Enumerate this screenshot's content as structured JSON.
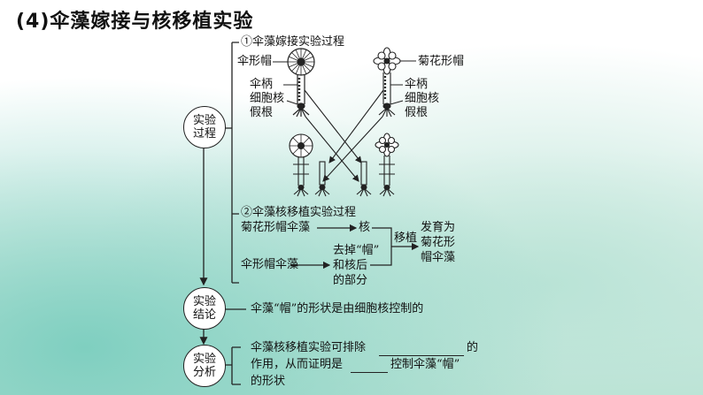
{
  "title": "(4)伞藻嫁接与核移植实验",
  "stages": {
    "process": [
      "实验",
      "过程"
    ],
    "conclusion": [
      "实验",
      "结论"
    ],
    "analysis": [
      "实验",
      "分析"
    ]
  },
  "graft": {
    "heading": "①伞藻嫁接实验过程",
    "left_cap": "伞形帽",
    "left_stalk": "伞柄",
    "left_nucleus": "细胞核",
    "left_rhizoid": "假根",
    "right_cap": "菊花形帽",
    "right_stalk": "伞柄",
    "right_nucleus": "细胞核",
    "right_rhizoid": "假根"
  },
  "transplant": {
    "heading": "②伞藻核移植实验过程",
    "donor": "菊花形帽伞藻",
    "nucleus": "核",
    "recipient": "伞形帽伞藻",
    "treatment_line1": "去掉“帽”",
    "treatment_line2": "和核后",
    "treatment_line3": "的部分",
    "arrow_label": "移植",
    "result_line1": "发育为",
    "result_line2": "菊花形",
    "result_line3": "帽伞藻"
  },
  "conclusion_text": "伞藻“帽”的形状是由细胞核控制的",
  "analysis": {
    "line1_before": "伞藻核移植实验可排除",
    "line1_after": "的",
    "line2_before": "作用，从而证明是",
    "line2_after": "控制伞藻“帽”",
    "line3": "的形状"
  }
}
